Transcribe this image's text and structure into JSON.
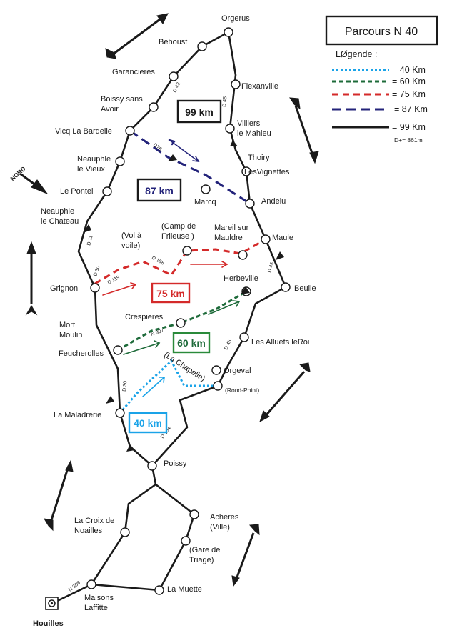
{
  "title": "Parcours N 40",
  "legend": {
    "heading": "LØgende :",
    "items": [
      {
        "label": "= 40 Km",
        "color": "#1aa3e8",
        "style": "dotted"
      },
      {
        "label": "= 60 Km",
        "color": "#1e6b3a",
        "style": "dashed-short"
      },
      {
        "label": "= 75 Km",
        "color": "#d42a2a",
        "style": "dashed"
      },
      {
        "label": "= 87 Km",
        "color": "#23237a",
        "style": "dashed-long"
      },
      {
        "label": "= 99 Km",
        "color": "#1a1a1a",
        "style": "solid"
      }
    ],
    "elevation": "D+= 861m"
  },
  "route_boxes": {
    "km99": "99 km",
    "km87": "87 km",
    "km75": "75 km",
    "km60": "60 km",
    "km40": "40 km"
  },
  "north_label": "NORD",
  "start_label": "Houilles",
  "places": {
    "orgerus": "Orgerus",
    "behoust": "Behoust",
    "garancieres": "Garancieres",
    "boissy_1": "Boissy sans",
    "boissy_2": "Avoir",
    "vicq": "Vicq La Bardelle",
    "neauphle_vieux_1": "Neauphle",
    "neauphle_vieux_2": "le Vieux",
    "le_pontel": "Le Pontel",
    "neauphle_chateau_1": "Neauphle",
    "neauphle_chateau_2": "le Chateau",
    "flexanville": "Flexanville",
    "villiers_1": "Villiers",
    "villiers_2": "le Mahieu",
    "thoiry": "Thoiry",
    "les_vignettes": "LesVignettes",
    "marcq": "Marcq",
    "andelu": "Andelu",
    "camp_1": "(Camp de",
    "camp_2": "Frileuse )",
    "mareil_1": "Mareil sur",
    "mareil_2": "Mauldre",
    "vol_1": "(Vol à",
    "vol_2": "voile)",
    "maule": "Maule",
    "grignon": "Grignon",
    "herbeville": "Herbeville",
    "beulle": "Beulle",
    "mort_moulin_1": "Mort",
    "mort_moulin_2": "Moulin",
    "crespieres": "Crespieres",
    "feucherolles": "Feucherolles",
    "alluets": "Les Alluets leRoi",
    "la_chapelle": "(La Chapelle)",
    "orgeval": "Orgeval",
    "rond_point": "(Rond-Point)",
    "maladrerie": "La Maladrerie",
    "poissy": "Poissy",
    "croix_1": "La Croix de",
    "croix_2": "Noailles",
    "acheres_1": "Acheres",
    "acheres_2": "(Ville)",
    "gare_1": "(Gare de",
    "gare_2": "Triage)",
    "la_muette": "La Muette",
    "maisons_1": "Maisons",
    "maisons_2": "Laffitte"
  },
  "roads": {
    "d42": "D 42",
    "d45_a": "D 45",
    "d76": "D76",
    "d11": "D 11",
    "d30_a": "D 30",
    "d119": "D 119",
    "d198": "D 198",
    "d45_b": "D 45",
    "n307": "N 307",
    "d45_c": "D 45",
    "d30_b": "D 30",
    "d154": "D 154",
    "n308": "N 308"
  }
}
